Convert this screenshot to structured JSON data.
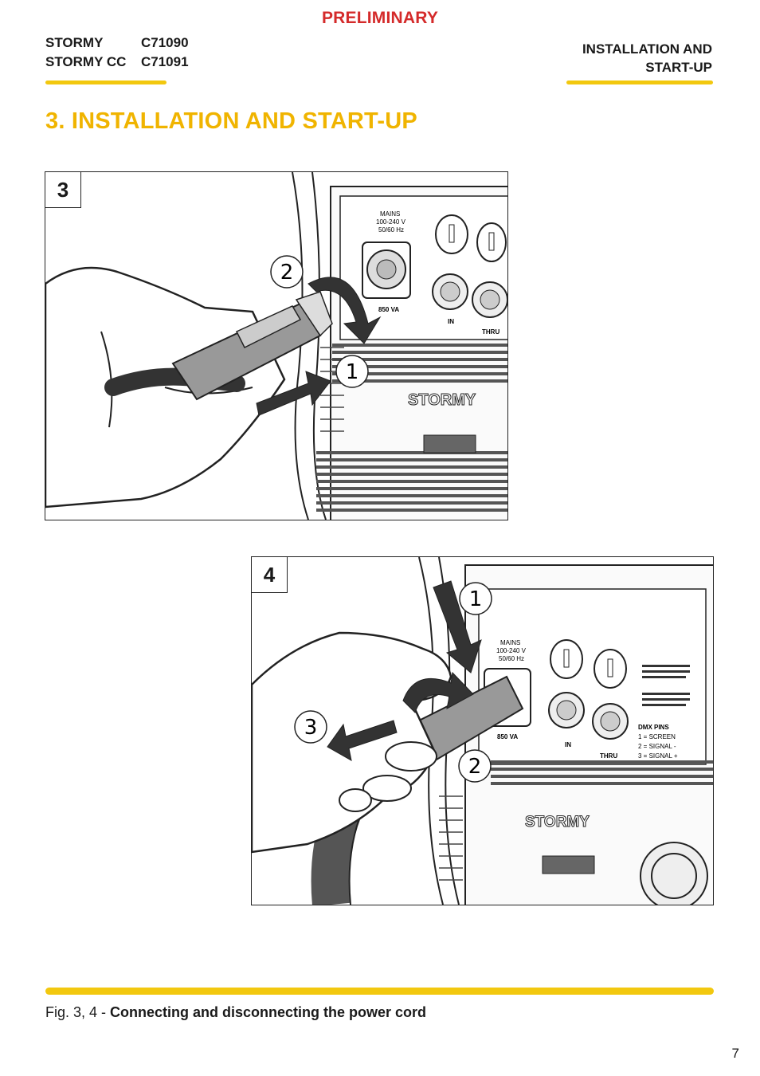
{
  "header": {
    "banner": "PRELIMINARY",
    "models": [
      {
        "name": "STORMY",
        "code": "C71090"
      },
      {
        "name": "STORMY CC",
        "code": "C71091"
      }
    ],
    "section_line1": "INSTALLATION AND",
    "section_line2": "START-UP"
  },
  "main": {
    "title": "3. INSTALLATION AND START-UP",
    "figures": [
      {
        "number": "3",
        "callouts": [
          "2",
          "1"
        ]
      },
      {
        "number": "4",
        "callouts": [
          "1",
          "3",
          "2"
        ]
      }
    ],
    "panel_text": {
      "mains": "MAINS",
      "voltage": "100-240 V",
      "frequency": "50/60 Hz",
      "power": "850 VA",
      "in": "IN",
      "thru": "THRU",
      "brand": "STORMY",
      "dmx_pins": "DMX PINS",
      "pin1": "1 = SCREEN",
      "pin2": "2 = SIGNAL -",
      "pin3": "3 = SIGNAL +"
    }
  },
  "caption": {
    "prefix": "Fig. 3, 4 - ",
    "text": "Connecting and disconnecting the power cord"
  },
  "footer": {
    "page_number": "7"
  },
  "colors": {
    "accent": "#f2c80f",
    "title": "#f0b400",
    "banner": "#d42a2a"
  }
}
